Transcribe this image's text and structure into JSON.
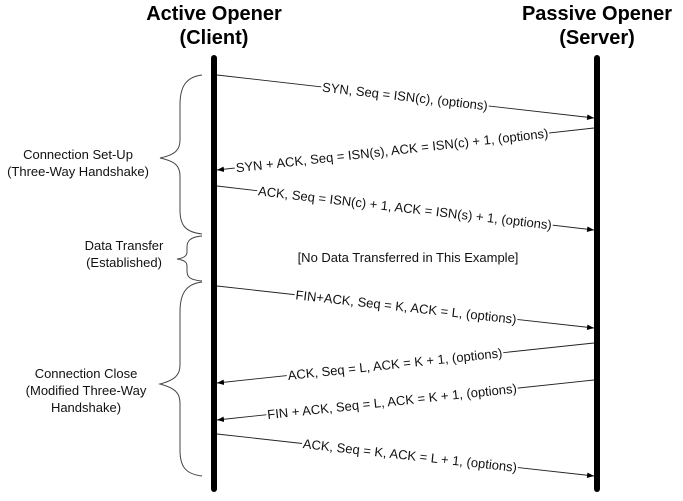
{
  "participants": {
    "client": {
      "title": "Active Opener",
      "subtitle": "(Client)"
    },
    "server": {
      "title": "Passive Opener",
      "subtitle": "(Server)"
    }
  },
  "phases": [
    {
      "id": "setup",
      "line1": "Connection Set-Up",
      "line2": "(Three-Way Handshake)",
      "line3": ""
    },
    {
      "id": "transfer",
      "line1": "Data Transfer",
      "line2": "(Established)",
      "line3": ""
    },
    {
      "id": "close",
      "line1": "Connection Close",
      "line2": "(Modified Three-Way",
      "line3": "Handshake)"
    }
  ],
  "messages": [
    {
      "direction": "client-to-server",
      "text": "SYN, Seq = ISN(c), (options)"
    },
    {
      "direction": "server-to-client",
      "text": "SYN + ACK, Seq = ISN(s), ACK = ISN(c) + 1, (options)"
    },
    {
      "direction": "client-to-server",
      "text": "ACK, Seq = ISN(c) + 1, ACK = ISN(s) + 1, (options)"
    },
    {
      "direction": "client-to-server",
      "text": "FIN+ACK, Seq = K, ACK = L, (options)"
    },
    {
      "direction": "server-to-client",
      "text": "ACK, Seq = L, ACK = K + 1, (options)"
    },
    {
      "direction": "server-to-client",
      "text": "FIN + ACK, Seq = L, ACK = K + 1, (options)"
    },
    {
      "direction": "client-to-server",
      "text": "ACK, Seq = K, ACK = L + 1, (options)"
    }
  ],
  "note": "[No Data Transferred in This Example]"
}
